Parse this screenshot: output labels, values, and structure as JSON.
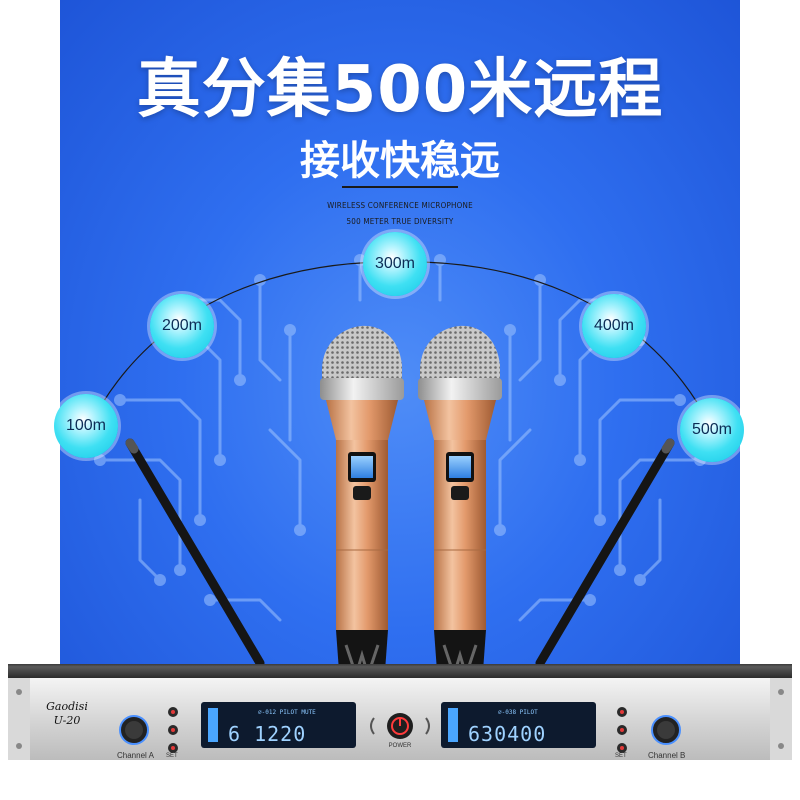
{
  "headline": "真分集500米远程",
  "subheadline": "接收快稳远",
  "english_line_1": "WIRELESS CONFERENCE MICROPHONE",
  "english_line_2": "500 METER TRUE DIVERSITY",
  "distance_markers": [
    "100m",
    "200m",
    "300m",
    "400m",
    "500m"
  ],
  "receiver": {
    "brand": "Gaodisi",
    "model": "U-20",
    "channel_a": "Channel A",
    "channel_b": "Channel B",
    "power_label": "POWER",
    "set_label": "SET",
    "display_left_freq": "6 1220",
    "display_right_freq": "630400",
    "display_left_top": "∅-012 PILOT MUTE",
    "display_right_top": "∅-038 PILOT"
  },
  "colors": {
    "panel_blue": "#2f6ff0",
    "marker_cyan": "#3fe0f3",
    "mic_gold": "#e8a77c",
    "lcd_blue": "#3aa0ff"
  }
}
